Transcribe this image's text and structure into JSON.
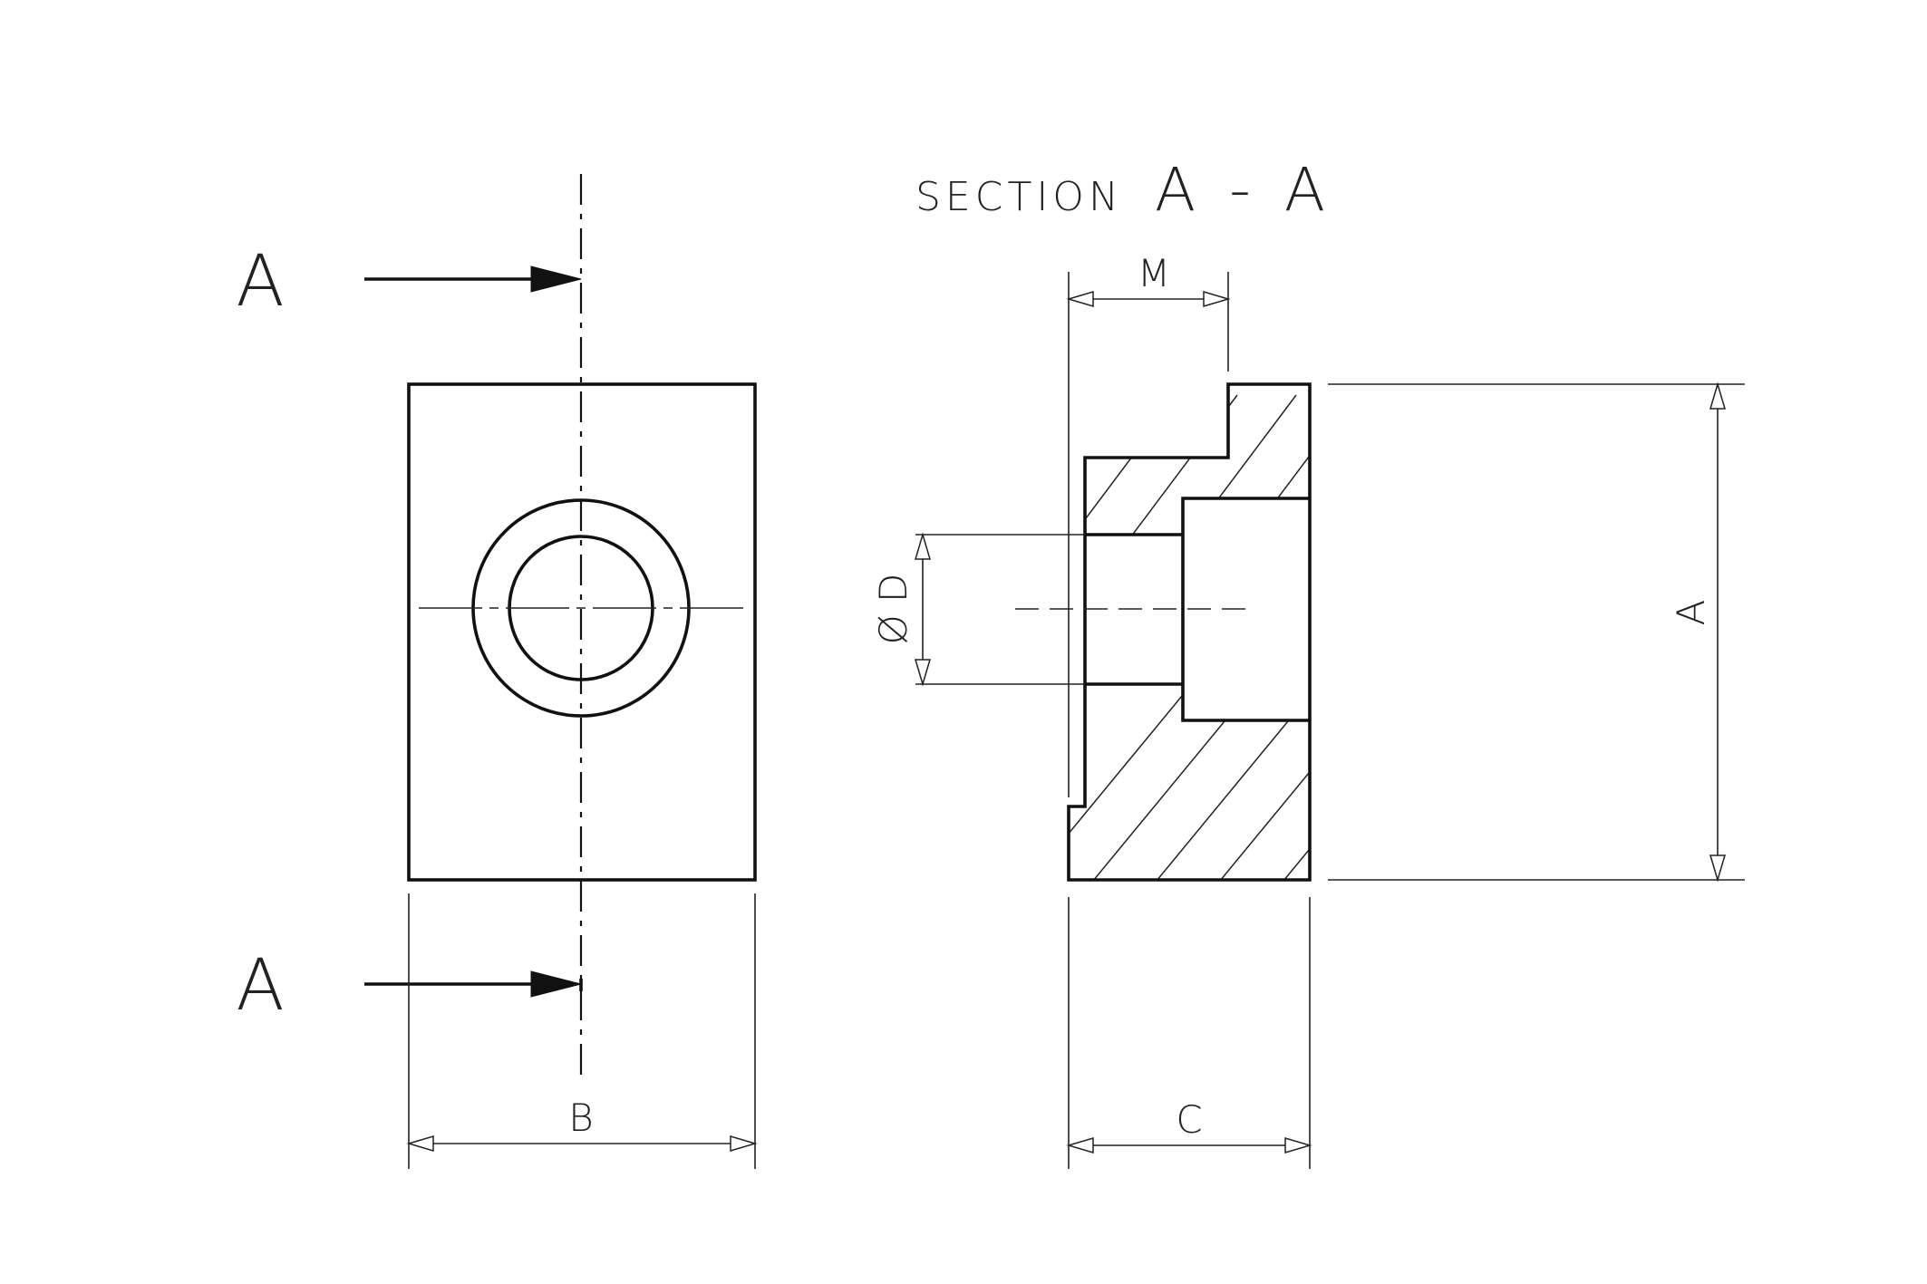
{
  "title": {
    "prefix": "SECTION",
    "suffix": "A - A"
  },
  "section_markers": {
    "top": "A",
    "bottom": "A"
  },
  "dimensions": {
    "m": "M",
    "b": "B",
    "c": "C",
    "a": "A",
    "d": "Ø D"
  }
}
